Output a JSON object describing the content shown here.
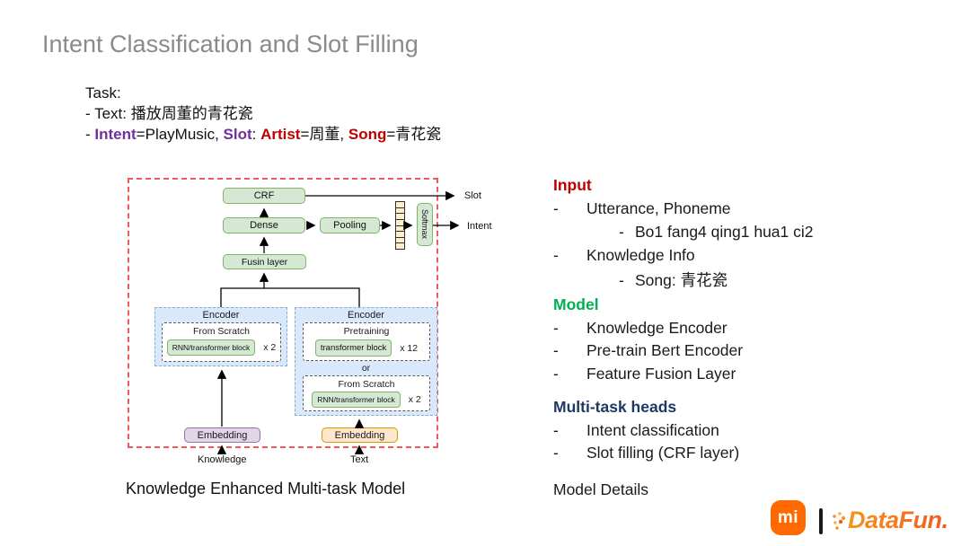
{
  "title": "Intent Classification and Slot Filling",
  "task": {
    "heading": "Task:",
    "text_prefix": "- Text: ",
    "text_value": "播放周董的青花瓷",
    "dash": "- ",
    "intent_label": "Intent",
    "intent_value": "=PlayMusic, ",
    "slot_label": "Slot",
    "slot_sep": ": ",
    "artist_label": "Artist",
    "artist_value": "=周董, ",
    "song_label": "Song",
    "song_value": "=青花瓷"
  },
  "diagram": {
    "crf_label": "CRF",
    "dense_label": "Dense",
    "pooling_label": "Pooling",
    "softmax_label": "Softmax",
    "fusion_label": "Fusin layer",
    "slot_output": "Slot",
    "intent_output": "Intent",
    "encoder_left": {
      "title": "Encoder",
      "subtitle": "From Scratch",
      "block": "RNN/transformer block",
      "multiplier": "x 2"
    },
    "encoder_right": {
      "title": "Encoder",
      "pretraining": {
        "subtitle": "Pretraining",
        "block": "transformer block",
        "multiplier": "x 12"
      },
      "or_label": "or",
      "scratch": {
        "subtitle": "From Scratch",
        "block": "RNN/transformer block",
        "multiplier": "x 2"
      }
    },
    "embedding_knowledge_label": "Embedding",
    "embedding_text_label": "Embedding",
    "knowledge_input_label": "Knowledge",
    "text_input_label": "Text",
    "caption": "Knowledge Enhanced Multi-task Model"
  },
  "details": {
    "dash": "-",
    "input_heading": "Input",
    "input_item_1": "Utterance, Phoneme",
    "input_item_1_sub": "Bo1 fang4 qing1 hua1 ci2",
    "input_item_2": "Knowledge Info",
    "input_item_2_sub": "Song: 青花瓷",
    "model_heading": "Model",
    "model_items": [
      "Knowledge Encoder",
      "Pre-train Bert Encoder",
      "Feature Fusion Layer"
    ],
    "heads_heading": "Multi-task heads",
    "heads_items": [
      "Intent classification",
      "Slot filling (CRF layer)"
    ],
    "caption": "Model Details"
  },
  "footer": {
    "xiaomi_logo_text": "mi",
    "datafun_logo_text": "DataFun."
  },
  "colors": {
    "title_gray": "#8a8a8a",
    "intent_slot_purple": "#7030a0",
    "artist_song_red": "#c00000",
    "input_heading_red": "#c00000",
    "model_heading_green": "#00b050",
    "heads_heading_navy": "#1f3864",
    "diagram_frame_red": "#f05a5a",
    "box_green_fill": "#d5e8d4",
    "box_green_border": "#82b366",
    "encoder_blue_fill": "#dae8fc",
    "embedding_purple_fill": "#e1d5e7",
    "embedding_orange_fill": "#ffe6cc",
    "vector_cell_fill": "#ffeecb",
    "xiaomi_orange": "#ff6900",
    "datafun_gradient_start": "#f7941d",
    "datafun_gradient_end": "#f15a24"
  }
}
